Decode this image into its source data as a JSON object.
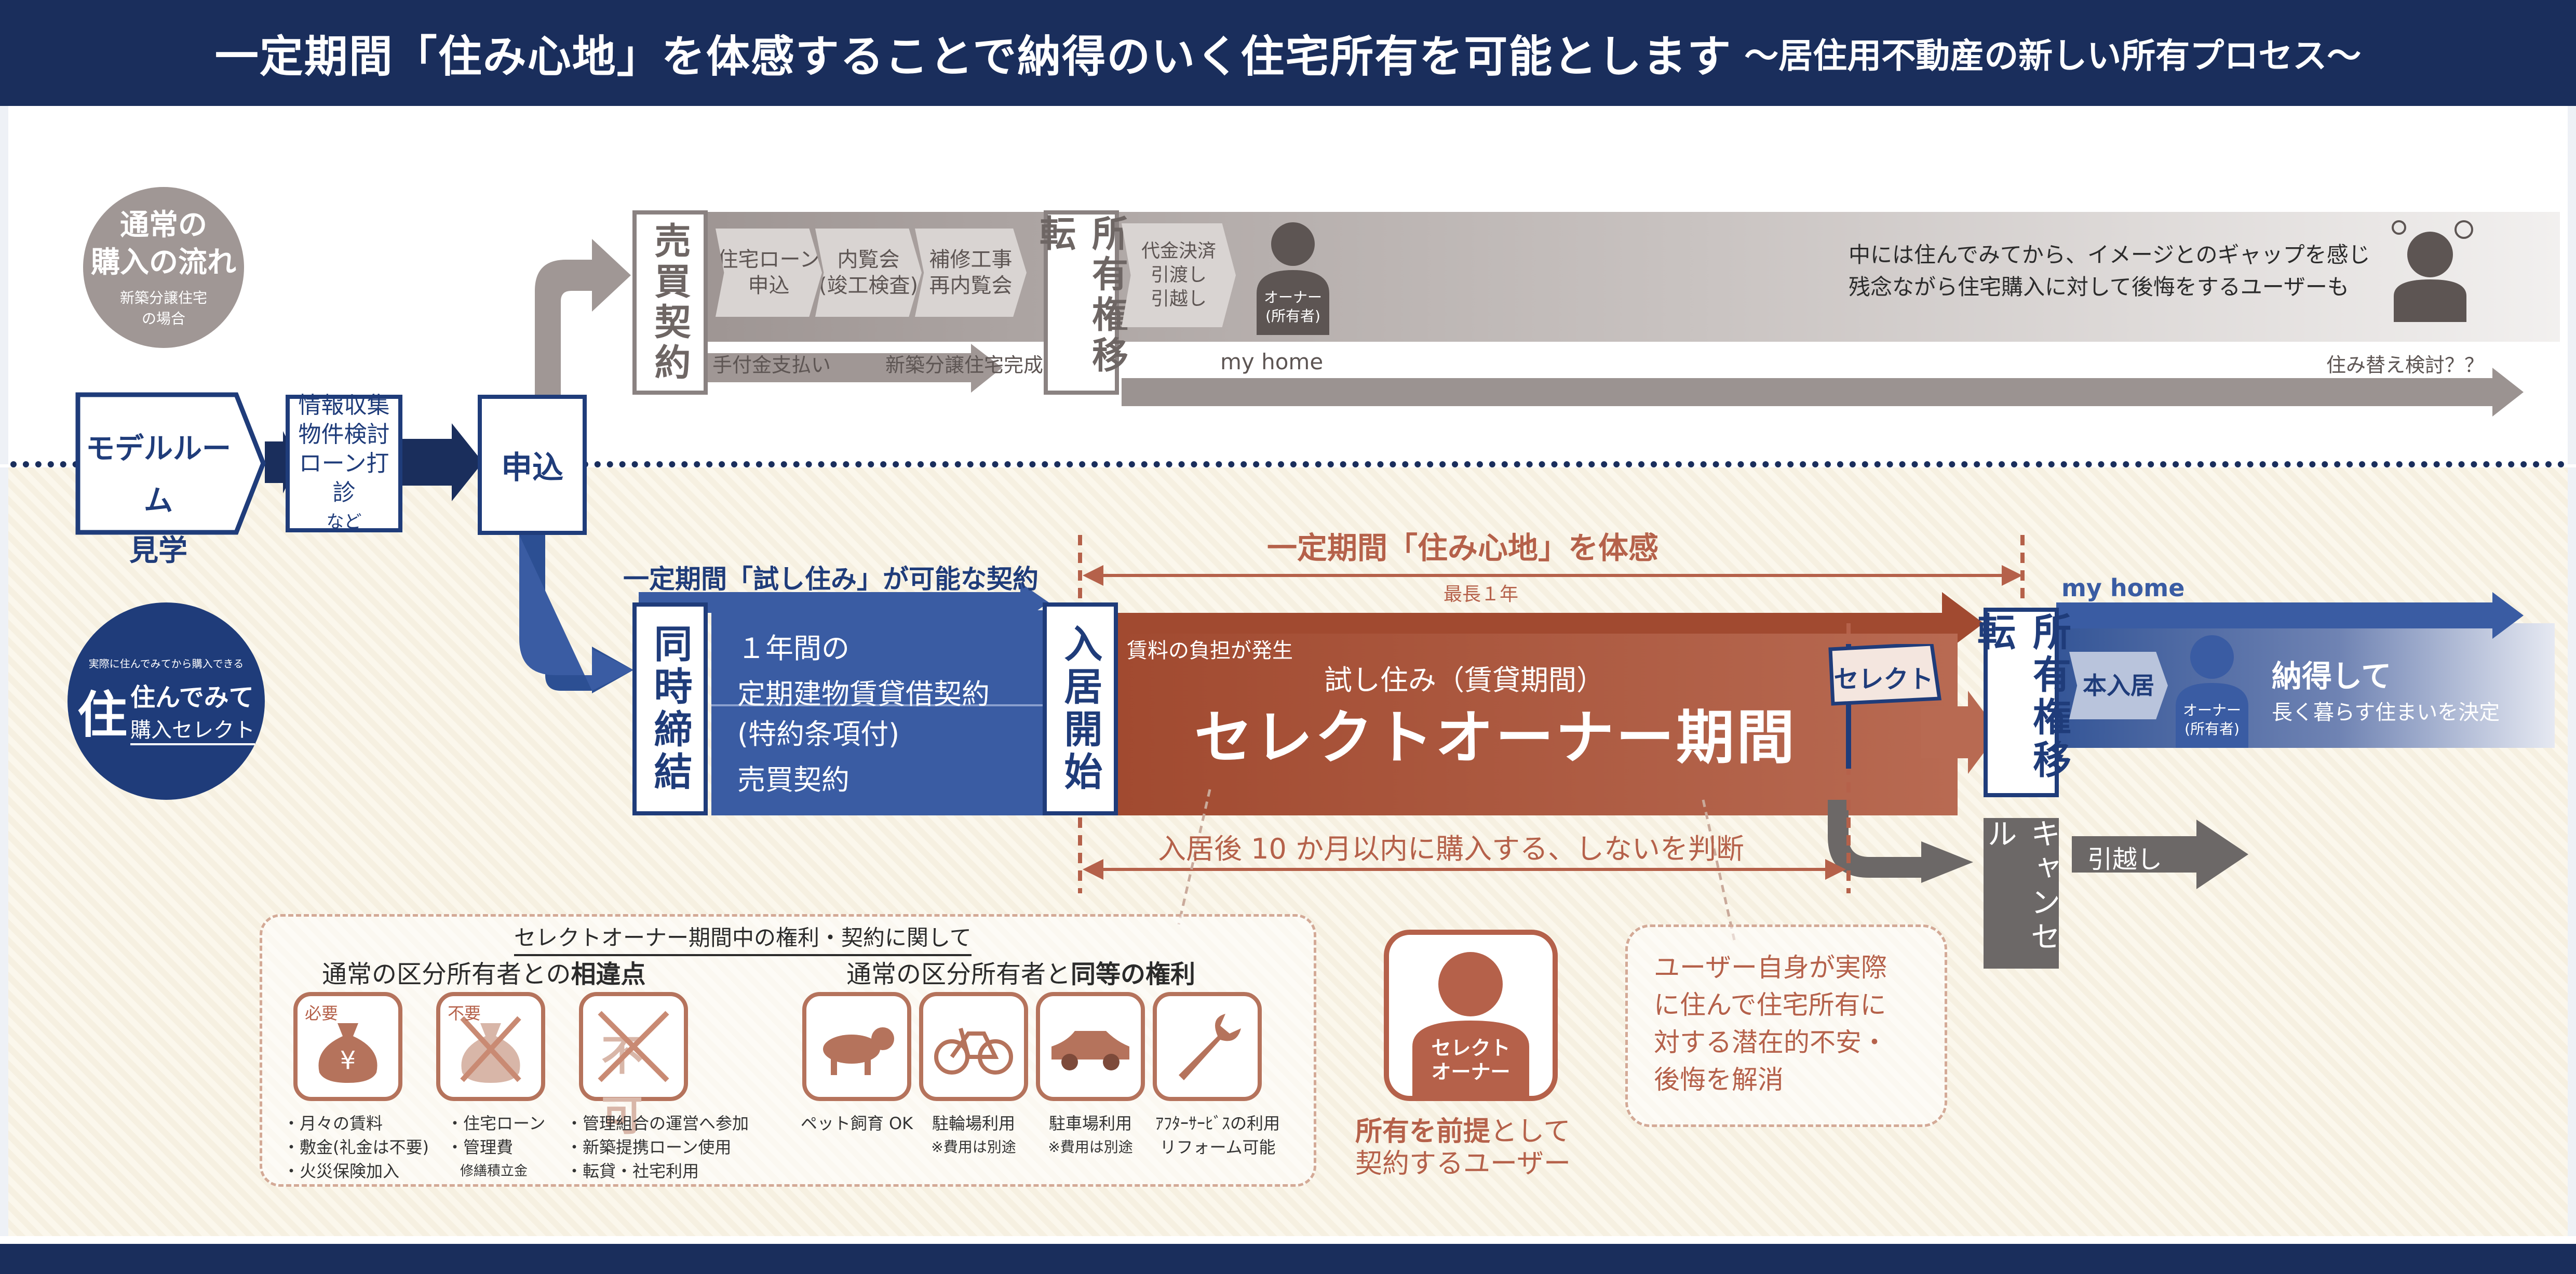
{
  "header": {
    "title": "一定期間「住み心地」を体感することで納得のいく住宅所有を可能とします",
    "subtitle": "〜居住用不動産の新しい所有プロセス〜"
  },
  "left": {
    "normal_flow_circle": {
      "line1": "通常の",
      "line2": "購入の流れ",
      "note1": "新築分譲住宅",
      "note2": "の場合"
    },
    "select_circle": {
      "tagline": "実際に住んでみてから購入できる",
      "logo_line1": "住んでみて",
      "logo_line2": "購入セレクト",
      "logo_glyph": "住"
    },
    "model_room": {
      "line1": "モデルルーム",
      "line2": "見学"
    },
    "info_box": {
      "line1": "情報収集",
      "line2": "物件検討",
      "line3": "ローン打診",
      "line4": "など"
    },
    "apply": "申込"
  },
  "top_flow": {
    "sales_contract": "売買契約",
    "steps": [
      {
        "line1": "住宅ローン",
        "line2": "申込"
      },
      {
        "line1": "内覧会",
        "line2": "(竣工検査)"
      },
      {
        "line1": "補修工事",
        "line2": "再内覧会"
      }
    ],
    "ownership_transfer": "所有権移転",
    "settlement": {
      "line1": "代金決済",
      "line2": "引渡し",
      "line3": "引越し"
    },
    "owner": {
      "line1": "オーナー",
      "line2": "(所有者)"
    },
    "regret_text1": "中には住んでみてから、イメージとのギャップを感じ",
    "regret_text2": "残念ながら住宅購入に対して後悔をするユーザーも",
    "label_deposit": "手付金支払い",
    "label_completion": "新築分譲住宅完成",
    "label_myhome": "my home",
    "label_replace": "住み替え検討？？"
  },
  "bottom_flow": {
    "trial_contract_label": "一定期間「試し住み」が可能な契約",
    "simultaneous": "同時締結",
    "lease_line1": "１年間の",
    "lease_line2": "定期建物賃貸借契約",
    "sale_line1": "(特約条項付)",
    "sale_line2": "売買契約",
    "move_in": "入居開始",
    "experience_title": "一定期間「住み心地」を体感",
    "max_one_year": "最長１年",
    "rent_note": "賃料の負担が発生",
    "trial_period": "試し住み（賃貸期間）",
    "owner_period": "セレクトオーナー期間",
    "select_flag": "セレクト",
    "ownership_transfer": "所有権移転",
    "myhome": "my home",
    "move_in_final": "本入居",
    "owner": {
      "line1": "オーナー",
      "line2": "(所有者)"
    },
    "satisfied_main": "納得して",
    "satisfied_sub": "長く暮らす住まいを決定",
    "judgement": "入居後 10 か月以内に購入する、しないを判断",
    "cancel": "キャンセル",
    "move_out": "引越し"
  },
  "rights_panel": {
    "title": "セレクトオーナー期間中の権利・契約に関して",
    "diff_heading_pre": "通常の区分所有者との",
    "diff_heading_bold": "相違点",
    "same_heading_pre": "通常の区分所有者と",
    "same_heading_bold": "同等の権利",
    "badge_required": "必要",
    "badge_notrequired": "不要",
    "badge_notallowed": "不可",
    "diff_items": [
      [
        "・月々の賃料",
        "・敷金(礼金は不要)",
        "・火災保険加入"
      ],
      [
        "・住宅ローン",
        "・管理費",
        "　修繕積立金"
      ],
      [
        "・管理組合の運営へ参加",
        "・新築提携ローン使用",
        "・転貸・社宅利用"
      ]
    ],
    "same_items": [
      {
        "line1": "ペット飼育 OK",
        "line2": ""
      },
      {
        "line1": "駐輪場利用",
        "line2": "※費用は別途"
      },
      {
        "line1": "駐車場利用",
        "line2": "※費用は別途"
      },
      {
        "line1": "ｱﾌﾀｰｻｰﾋﾞｽの利用",
        "line2": "リフォーム可能"
      }
    ]
  },
  "select_owner_card": {
    "line1": "セレクト",
    "line2": "オーナー",
    "caption_bold": "所有を前提",
    "caption_rest": "として",
    "caption_line2": "契約するユーザー"
  },
  "anxiety_bubble": {
    "line1": "ユーザー自身が実際",
    "line2": "に住んで住宅所有に",
    "line3": "対する潜在的不安・",
    "line4": "後悔を解消"
  },
  "colors": {
    "navy": "#1a2e5c",
    "blue": "#1f3c7a",
    "grey": "#8a8281",
    "terracotta": "#b5614a",
    "beige": "#fbf7ec"
  }
}
